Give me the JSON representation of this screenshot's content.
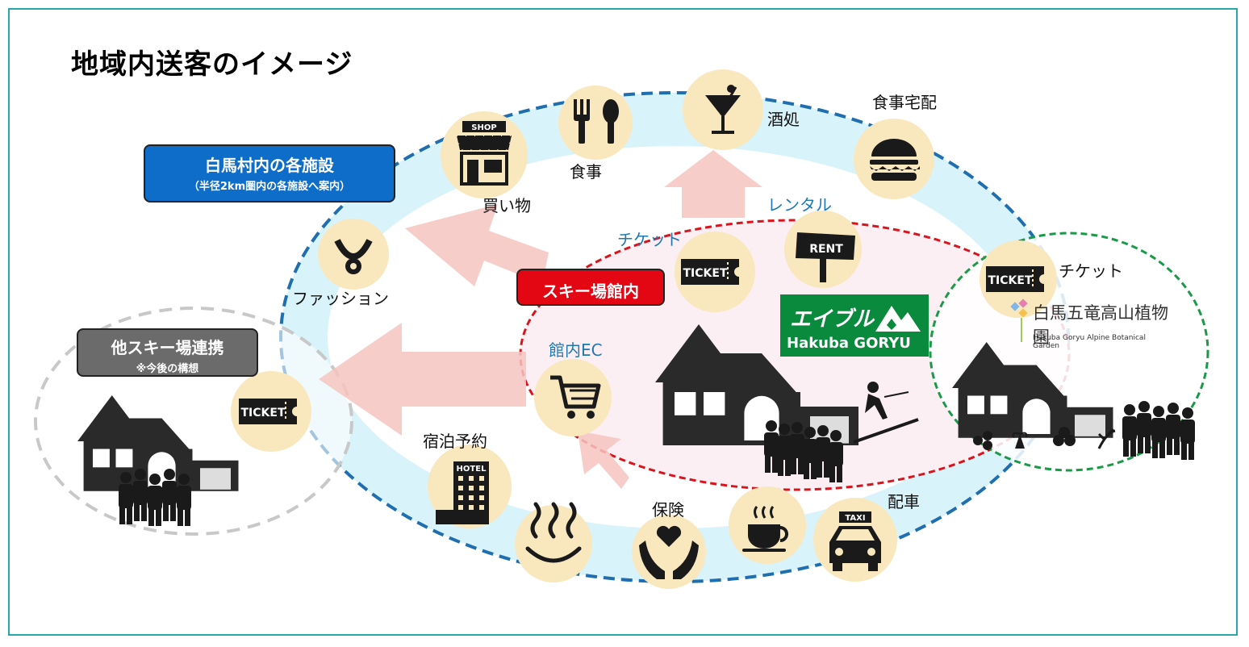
{
  "title": "地域内送客のイメージ",
  "boxes": {
    "hakuba_facilities": {
      "main": "白馬村内の各施設",
      "sub": "（半径2km圏内の各施設へ案内）",
      "color": "#0e6dc8"
    },
    "ski_inside": {
      "main": "スキー場館内",
      "color": "#e30613"
    },
    "other_ski": {
      "main": "他スキー場連携",
      "sub": "※今後の構想",
      "color": "#6b6b6b"
    }
  },
  "labels": {
    "shopping": "買い物",
    "meal": "食事",
    "bar": "酒処",
    "food_delivery": "食事宅配",
    "fashion": "ファッション",
    "rental": "レンタル",
    "ticket_ski": "チケット",
    "ticket_garden": "チケット",
    "ec": "館内EC",
    "hotel_booking": "宿泊予約",
    "insurance": "保険",
    "dispatch": "配車"
  },
  "icons": {
    "shop_sign": "SHOP",
    "ticket": "TICKET",
    "rent_sign": "RENT",
    "hotel_sign": "HOTEL",
    "taxi_sign": "TAXI"
  },
  "logos": {
    "goryu_kana": "エイブル",
    "goryu_en": "Hakuba GORYU",
    "garden_ja": "白馬五竜高山植物園",
    "garden_en": "Hakuba Goryu Alpine Botanical Garden"
  },
  "colors": {
    "frame": "#2aa7ad",
    "ring_fill": "#d9f3fa",
    "ring_border": "#1f6fb0",
    "ski_area_border": "#d8141c",
    "garden_border": "#1a9a48",
    "other_area_border": "#c8c8c8",
    "icon_circle": "#f9e7be",
    "arrow": "#f6c4c0",
    "label_blue": "#1f78b4"
  }
}
